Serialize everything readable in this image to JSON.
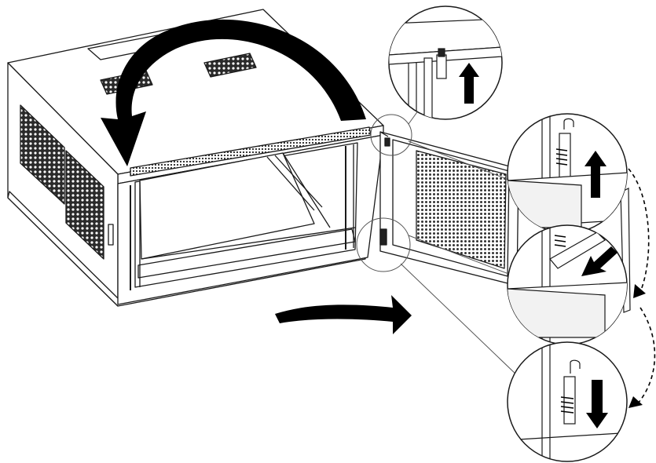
{
  "figure": {
    "background": "#ffffff",
    "line_color": "#1a1a1a",
    "arrow_color": "#000000",
    "mesh_color": "#3a3a3a",
    "steps": [
      {
        "name": "detail-hinge-top",
        "arrow": "up"
      },
      {
        "name": "detail-hinge-pin-up",
        "arrow": "up"
      },
      {
        "name": "detail-door-slide",
        "arrow": "down-left"
      },
      {
        "name": "detail-hinge-pin-down",
        "arrow": "down"
      }
    ],
    "motions": [
      "rotate-cabinet-over",
      "swing-door-open"
    ]
  }
}
